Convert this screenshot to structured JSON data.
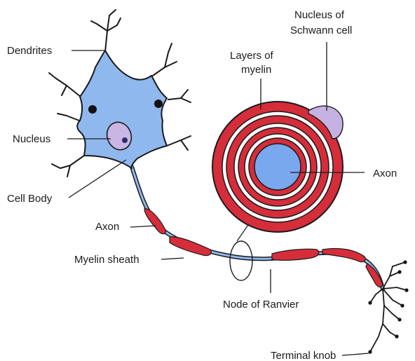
{
  "labels": {
    "dendrites": "Dendrites",
    "nucleus": "Nucleus",
    "cell_body": "Cell Body",
    "axon_left": "Axon",
    "myelin_sheath": "Myelin sheath",
    "node_of_ranvier": "Node of Ranvier",
    "terminal_knob": "Terminal knob",
    "layers_of_myelin_line1": "Layers of",
    "layers_of_myelin_line2": "myelin",
    "nucleus_schwann_line1": "Nucleus of",
    "nucleus_schwann_line2": "Schwann cell",
    "axon_cross_section": "Axon"
  },
  "colors": {
    "cell_body": "#8fb8ee",
    "outline": "#1a1a1a",
    "myelin": "#d62d3a",
    "axon_core": "#7aa8ee",
    "schwann_nucleus": "#c6b2e2",
    "nucleus_fill": "#c9b6e4",
    "nucleolus": "#2b2b6e"
  }
}
